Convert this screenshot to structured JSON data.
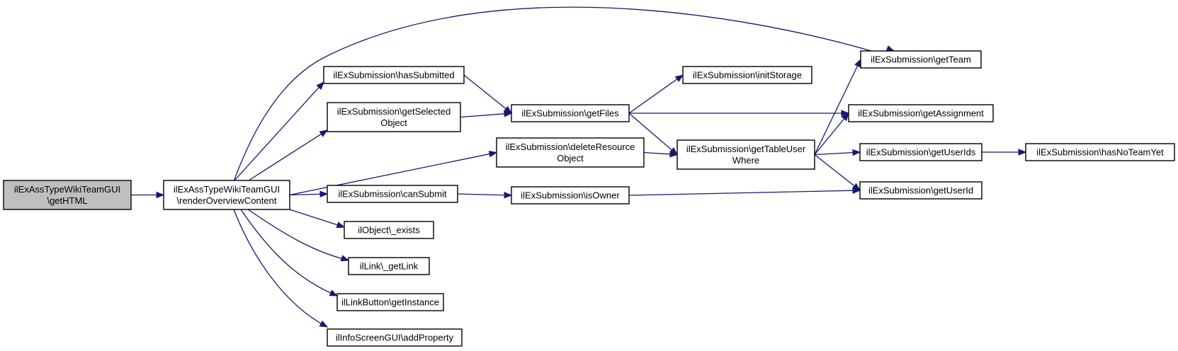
{
  "nodes": {
    "n0": {
      "lines": [
        "ilExAssTypeWikiTeamGUI",
        "\\getHTML"
      ]
    },
    "n1": {
      "lines": [
        "ilExAssTypeWikiTeamGUI",
        "\\renderOverviewContent"
      ]
    },
    "n2": {
      "lines": [
        "ilExSubmission\\getTeam"
      ]
    },
    "n3": {
      "lines": [
        "ilExSubmission\\hasSubmitted"
      ]
    },
    "n4": {
      "lines": [
        "ilExSubmission\\getSelected",
        "Object"
      ]
    },
    "n5": {
      "lines": [
        "ilExSubmission\\deleteResource",
        "Object"
      ]
    },
    "n6": {
      "lines": [
        "ilExSubmission\\canSubmit"
      ]
    },
    "n7": {
      "lines": [
        "ilObject\\_exists"
      ]
    },
    "n8": {
      "lines": [
        "ilLink\\_getLink"
      ]
    },
    "n9": {
      "lines": [
        "ilLinkButton\\getInstance"
      ]
    },
    "n10": {
      "lines": [
        "ilInfoScreenGUI\\addProperty"
      ]
    },
    "n11": {
      "lines": [
        "ilExSubmission\\getFiles"
      ]
    },
    "n12": {
      "lines": [
        "ilExSubmission\\initStorage"
      ]
    },
    "n13": {
      "lines": [
        "ilExSubmission\\getTableUser",
        "Where"
      ]
    },
    "n14": {
      "lines": [
        "ilExSubmission\\isOwner"
      ]
    },
    "n15": {
      "lines": [
        "ilExSubmission\\getAssignment"
      ]
    },
    "n16": {
      "lines": [
        "ilExSubmission\\getUserIds"
      ]
    },
    "n17": {
      "lines": [
        "ilExSubmission\\getUserId"
      ]
    },
    "n18": {
      "lines": [
        "ilExSubmission\\hasNoTeamYet"
      ]
    }
  },
  "edges": [
    [
      "n0",
      "n1"
    ],
    [
      "n1",
      "n2"
    ],
    [
      "n1",
      "n3"
    ],
    [
      "n1",
      "n4"
    ],
    [
      "n1",
      "n5"
    ],
    [
      "n1",
      "n6"
    ],
    [
      "n1",
      "n7"
    ],
    [
      "n1",
      "n8"
    ],
    [
      "n1",
      "n9"
    ],
    [
      "n1",
      "n10"
    ],
    [
      "n3",
      "n11"
    ],
    [
      "n4",
      "n11"
    ],
    [
      "n5",
      "n13"
    ],
    [
      "n6",
      "n14"
    ],
    [
      "n11",
      "n12"
    ],
    [
      "n11",
      "n15"
    ],
    [
      "n11",
      "n13"
    ],
    [
      "n13",
      "n2"
    ],
    [
      "n13",
      "n15"
    ],
    [
      "n13",
      "n16"
    ],
    [
      "n13",
      "n17"
    ],
    [
      "n14",
      "n17"
    ],
    [
      "n16",
      "n18"
    ]
  ],
  "colors": {
    "edge": "#191970",
    "root_fill": "#bfbfbf",
    "node_fill": "#ffffff",
    "border": "#000000"
  }
}
